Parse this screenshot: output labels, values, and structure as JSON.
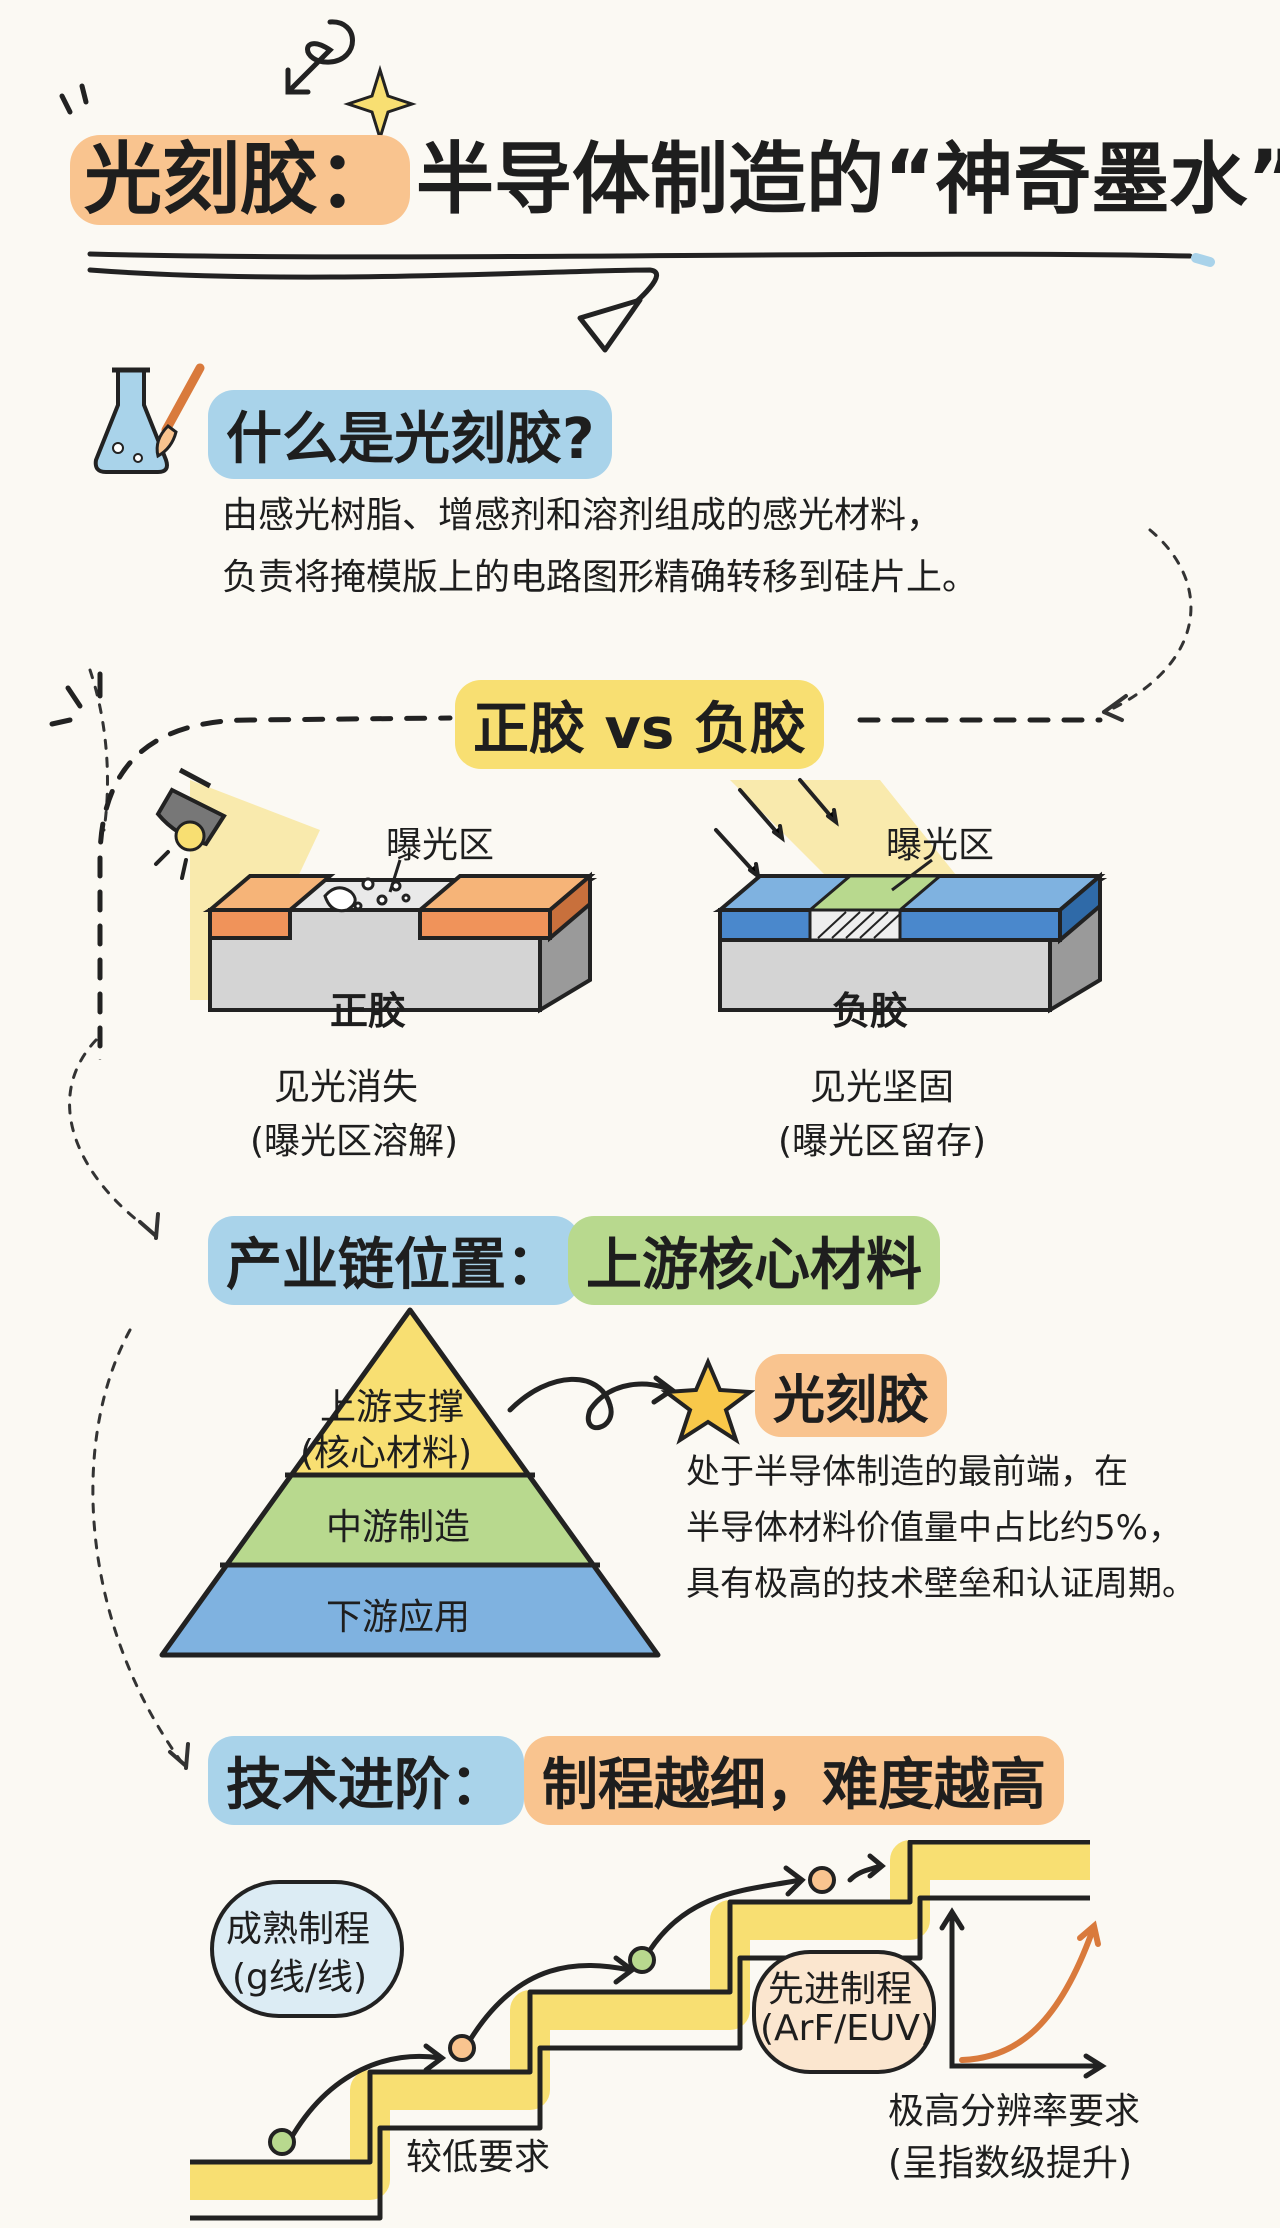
{
  "title": {
    "part1": "光刻胶：",
    "part2": "半导体制造的“神奇墨水”"
  },
  "section1": {
    "heading": "什么是光刻胶?",
    "line1": "由感光树脂、增感剂和溶剂组成的感光材料，",
    "line2": "负责将掩模版上的电路图形精确转移到硅片上。"
  },
  "section2": {
    "heading": "正胶 vs 负胶",
    "positive": {
      "exposure_label": "曝光区",
      "block_label": "正胶",
      "caption1": "见光消失",
      "caption2": "(曝光区溶解)"
    },
    "negative": {
      "exposure_label": "曝光区",
      "block_label": "负胶",
      "caption1": "见光坚固",
      "caption2": "(曝光区留存)"
    }
  },
  "section3": {
    "heading_a": "产业链位置：",
    "heading_b": "上游核心材料",
    "pyramid": {
      "top1": "上游支撑",
      "top2": "(核心材料)",
      "middle": "中游制造",
      "bottom": "下游应用"
    },
    "callout_title": "光刻胶",
    "line1": "处于半导体制造的最前端，在",
    "line2": "半导体材料价值量中占比约5%，",
    "line3": "具有极高的技术壁垒和认证周期。"
  },
  "section4": {
    "heading_a": "技术进阶：",
    "heading_b": "制程越细，难度越高",
    "mature1": "成熟制程",
    "mature2": "(g线/线)",
    "low_req": "较低要求",
    "adv1": "先进制程",
    "adv2": "(ArF/EUV)",
    "res1": "极高分辨率要求",
    "res2": "(呈指数级提升)"
  },
  "colors": {
    "orange": "#f9c48f",
    "blue": "#a9d3ea",
    "yellow": "#f8df72",
    "green": "#b8d98e",
    "resist_orange": "#f0935a",
    "resist_blue": "#4a88cc",
    "substrate_gray": "#d4d4d4"
  }
}
